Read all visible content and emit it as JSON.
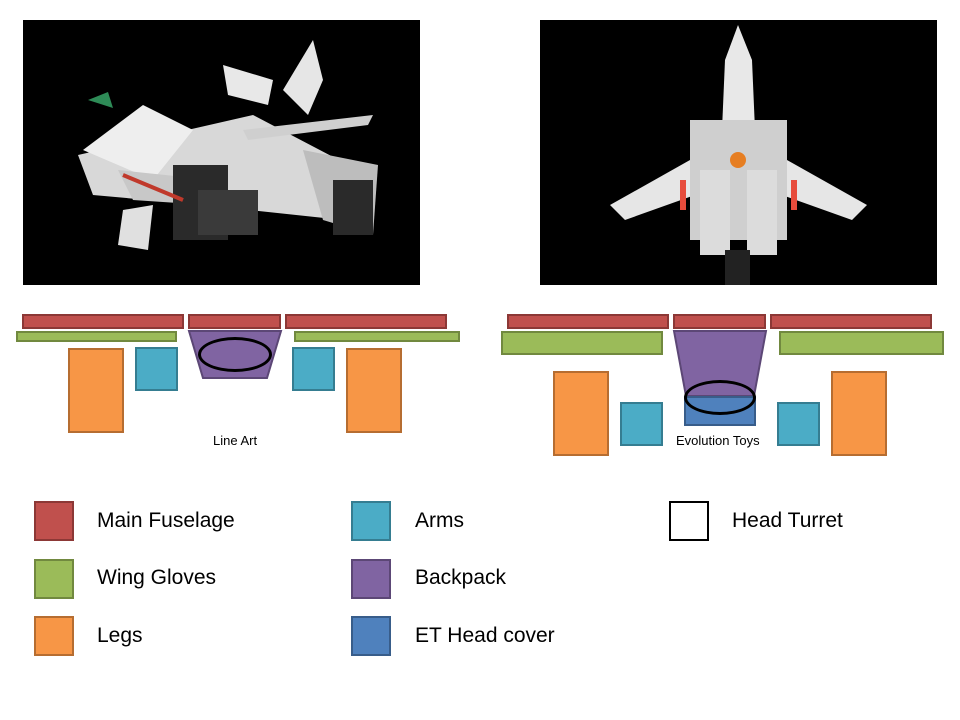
{
  "captions": {
    "left": "Line Art",
    "right": "Evolution Toys"
  },
  "legend": [
    {
      "label": "Main Fuselage",
      "color": "#c0504d"
    },
    {
      "label": "Arms",
      "color": "#4bacc6"
    },
    {
      "label": "Head Turret",
      "color": "#ffffff"
    },
    {
      "label": "Wing Gloves",
      "color": "#9bbb59"
    },
    {
      "label": "Backpack",
      "color": "#8064a2"
    },
    {
      "label": "Legs",
      "color": "#f79646"
    },
    {
      "label": "ET Head cover",
      "color": "#4f81bd"
    }
  ]
}
